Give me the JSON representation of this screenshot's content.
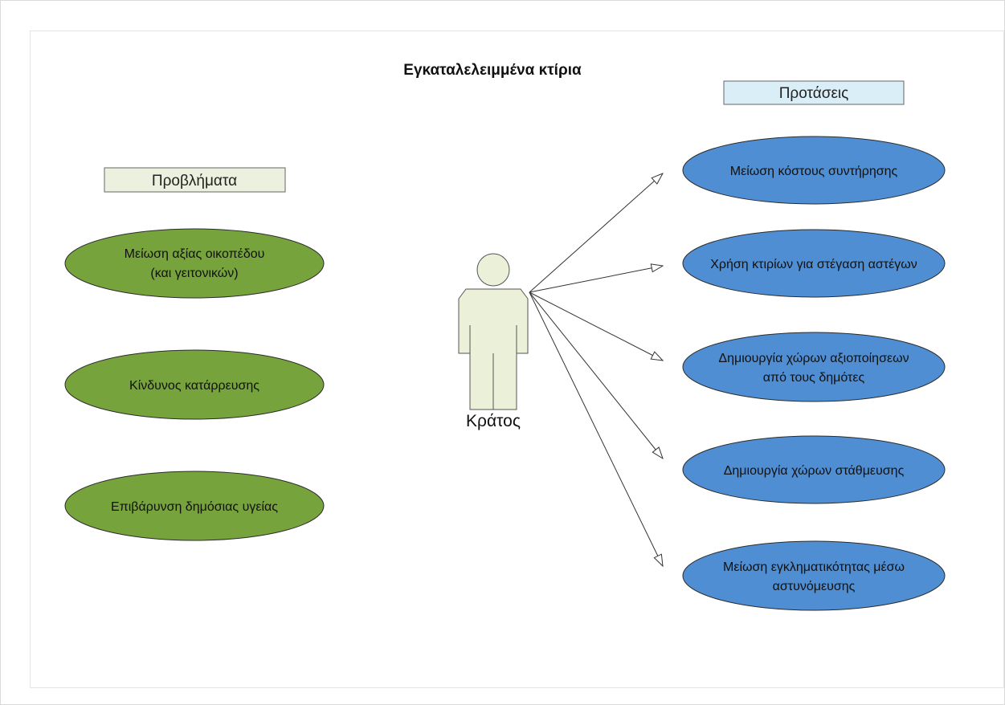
{
  "title": "Εγκαταλελειμμένα κτίρια",
  "problems": {
    "header": "Προβλήματα",
    "items": [
      {
        "lines": [
          "Μείωση αξίας οικοπέδου",
          "(και γειτονικών)"
        ]
      },
      {
        "lines": [
          "Κίνδυνος κατάρρευσης"
        ]
      },
      {
        "lines": [
          "Επιβάρυνση δημόσιας υγείας"
        ]
      }
    ]
  },
  "actor": {
    "label": "Κράτος"
  },
  "proposals": {
    "header": "Προτάσεις",
    "items": [
      {
        "lines": [
          "Μείωση κόστους συντήρησης"
        ]
      },
      {
        "lines": [
          "Χρήση κτιρίων για στέγαση αστέγων"
        ]
      },
      {
        "lines": [
          "Δημιουργία χώρων αξιοποίησεων",
          "από τους δημότες"
        ]
      },
      {
        "lines": [
          "Δημιουργία χώρων στάθμευσης"
        ]
      },
      {
        "lines": [
          "Μείωση εγκληματικότητας μέσω",
          "αστυνόμευσης"
        ]
      }
    ]
  },
  "colors": {
    "problem_fill": "#77a33d",
    "proposal_fill": "#4f8ed2",
    "ellipse_stroke": "#2b2b2b",
    "problems_header_fill": "#ebf1de",
    "proposals_header_fill": "#daeef8",
    "actor_fill": "#ebf0d8",
    "actor_stroke": "#555555"
  }
}
